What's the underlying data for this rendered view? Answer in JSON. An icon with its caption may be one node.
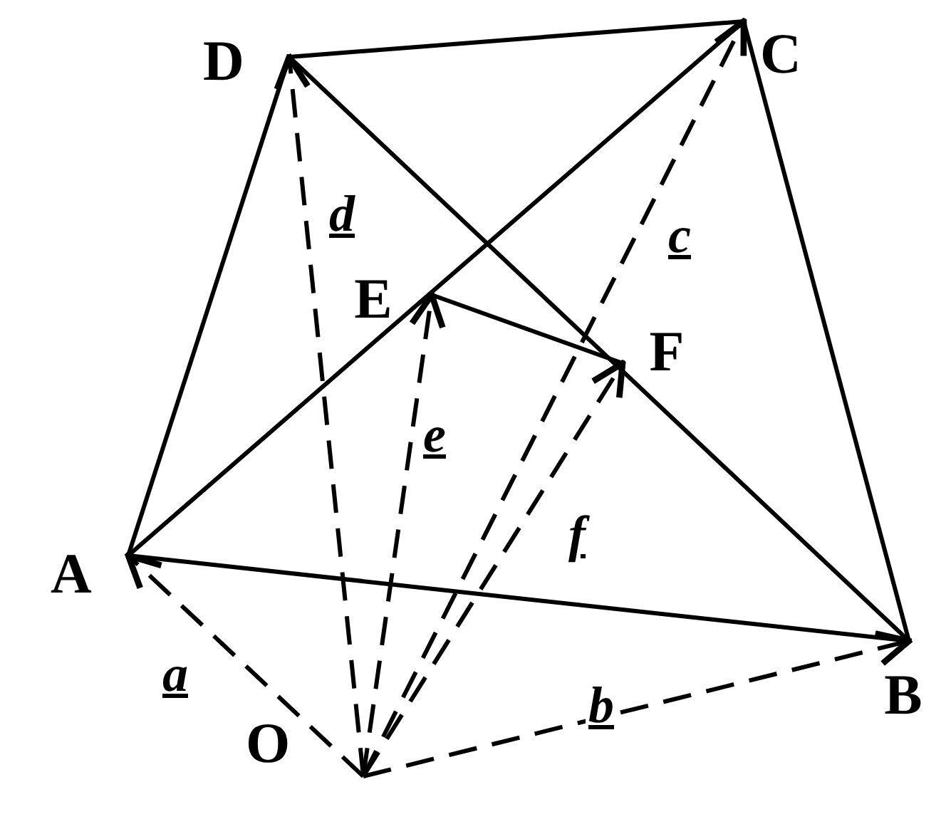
{
  "diagram": {
    "nodes": [
      {
        "text": [
          "D"
        ]
      },
      {
        "text": [
          "C"
        ]
      },
      {
        "text": [
          "E"
        ]
      },
      {
        "text": [
          "F"
        ]
      },
      {
        "text": [
          "A"
        ]
      },
      {
        "text": [
          "B"
        ]
      },
      {
        "text": [
          "O"
        ]
      }
    ],
    "edges": [
      {
        "from": 6,
        "to": 4,
        "arrow": "to",
        "style": "dashed",
        "label": "a"
      },
      {
        "from": 6,
        "to": 5,
        "arrow": "to",
        "style": "dashed",
        "label": "b"
      },
      {
        "from": 6,
        "to": 1,
        "arrow": "to",
        "style": "dashed",
        "label": "c"
      },
      {
        "from": 6,
        "to": 0,
        "arrow": "to",
        "style": "dashed",
        "label": "d"
      },
      {
        "from": 6,
        "to": 2,
        "arrow": "to",
        "style": "dashed",
        "label": "e"
      },
      {
        "from": 6,
        "to": 3,
        "arrow": "to",
        "style": "dashed",
        "label": "f"
      },
      {
        "from": 4,
        "to": 5,
        "arrow": "none"
      },
      {
        "from": 5,
        "to": 1,
        "arrow": "none"
      },
      {
        "from": 1,
        "to": 0,
        "arrow": "none"
      },
      {
        "from": 0,
        "to": 4,
        "arrow": "none"
      },
      {
        "from": 4,
        "to": 1,
        "arrow": "none"
      },
      {
        "from": 5,
        "to": 0,
        "arrow": "none"
      },
      {
        "from": 2,
        "to": 3,
        "arrow": "none"
      }
    ]
  }
}
